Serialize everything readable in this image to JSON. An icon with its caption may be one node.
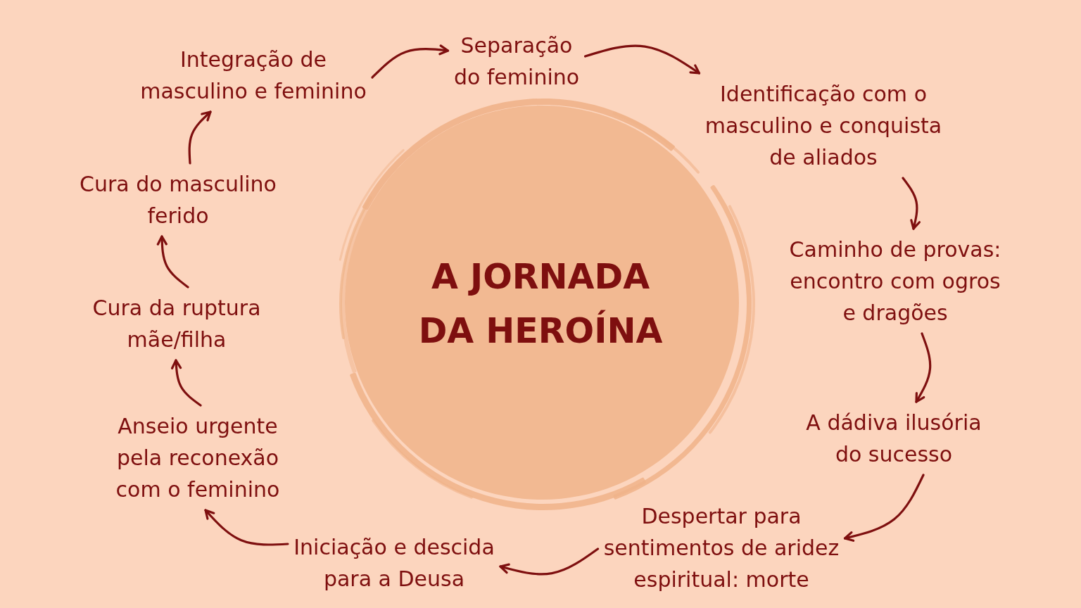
{
  "diagram": {
    "nodes": [
      {
        "text": [
          "A JORNADA DA HEROÍNA"
        ]
      },
      {
        "text": [
          "Separação do feminino"
        ]
      },
      {
        "text": [
          "Identificação com o masculino e conquista de aliados"
        ]
      },
      {
        "text": [
          "Caminho de provas: encontro com ogros e dragões"
        ]
      },
      {
        "text": [
          "A dádiva ilusória do sucesso"
        ]
      },
      {
        "text": [
          "Despertar para sentimentos de aridez espiritual: morte"
        ]
      },
      {
        "text": [
          "Iniciação e descida para a Deusa"
        ]
      },
      {
        "text": [
          "Anseio urgente pela reconexão com o feminino"
        ]
      },
      {
        "text": [
          "Cura da ruptura mãe/filha"
        ]
      },
      {
        "text": [
          "Cura do masculino ferido"
        ]
      },
      {
        "text": [
          "Integração de masculino e feminino"
        ]
      }
    ],
    "edges": [
      {
        "from": 1,
        "to": 2,
        "arrow": "to"
      },
      {
        "from": 2,
        "to": 3,
        "arrow": "to"
      },
      {
        "from": 3,
        "to": 4,
        "arrow": "to"
      },
      {
        "from": 4,
        "to": 5,
        "arrow": "to"
      },
      {
        "from": 5,
        "to": 6,
        "arrow": "to"
      },
      {
        "from": 6,
        "to": 7,
        "arrow": "to"
      },
      {
        "from": 7,
        "to": 8,
        "arrow": "to"
      },
      {
        "from": 8,
        "to": 9,
        "arrow": "to"
      },
      {
        "from": 9,
        "to": 10,
        "arrow": "to"
      },
      {
        "from": 10,
        "to": 1,
        "arrow": "to"
      }
    ]
  }
}
